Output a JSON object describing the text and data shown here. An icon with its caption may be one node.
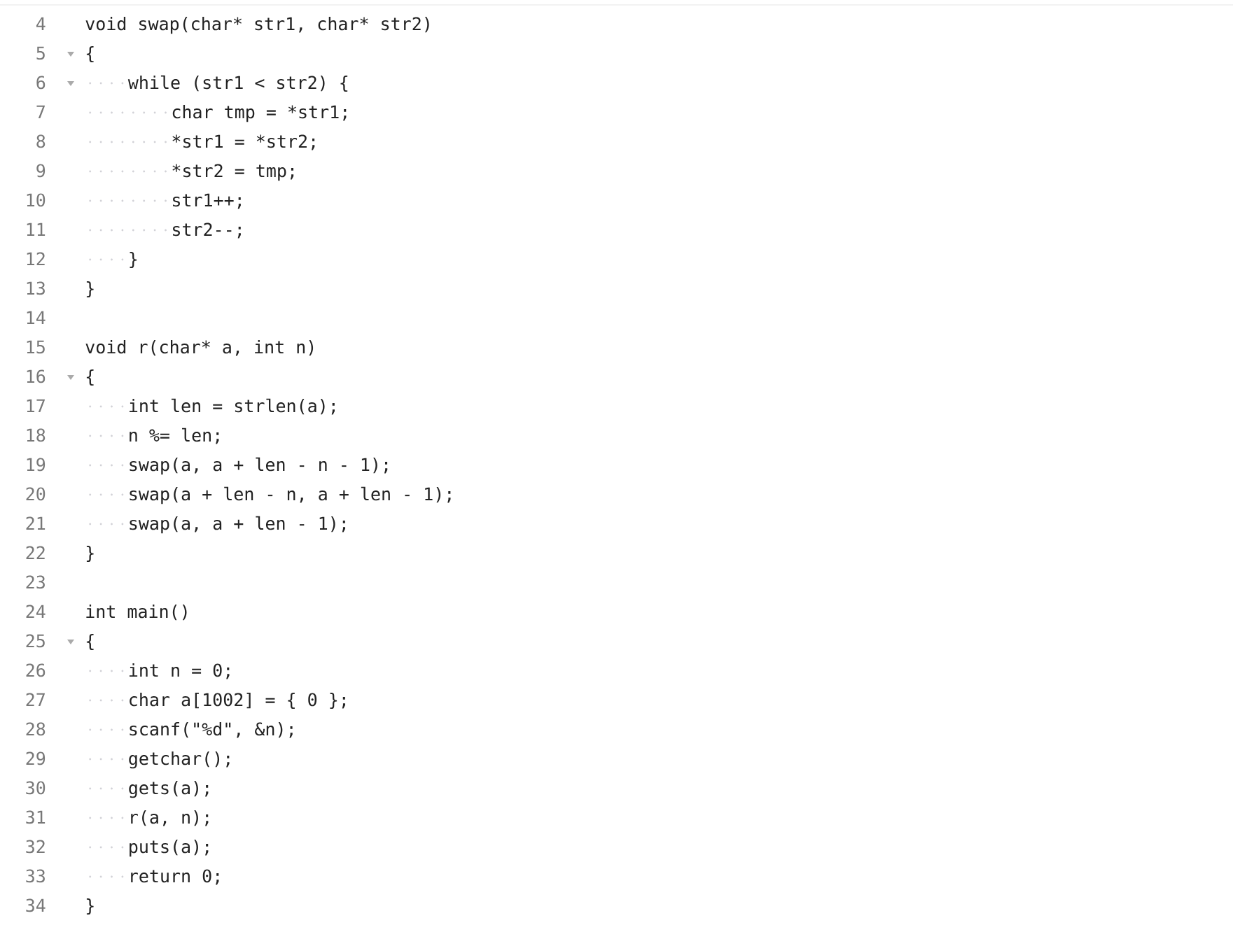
{
  "diagram": {
    "labels": [
      "4",
      "void swap(char* str1, char* str2)",
      "5",
      "{",
      "6",
      "while (str1 < str2) {",
      "7",
      "char tmp = *str1;",
      "8",
      "*str1 = *str2;",
      "9",
      "*str2 = tmp;",
      "10",
      "str1++;",
      "11",
      "str2--;",
      "12",
      "}",
      "13",
      "}",
      "14",
      "15",
      "void r(char* a, int n)",
      "16",
      "{",
      "17",
      "int len = strlen(a);",
      "18",
      "n %= len;",
      "19",
      "swap(a, a + len - n - 1);",
      "20",
      "swap(a + len - n, a + len - 1);",
      "21",
      "swap(a, a + len - 1);",
      "22",
      "}",
      "23",
      "24",
      "int main()",
      "25",
      "{",
      "26",
      "int n = 0;",
      "27",
      "char a[1002] = { 0 };",
      "28",
      "scanf(\"%d\", &n);",
      "29",
      "getchar();",
      "30",
      "gets(a);",
      "31",
      "r(a, n);",
      "32",
      "puts(a);",
      "33",
      "return 0;",
      "34",
      "}"
    ]
  }
}
